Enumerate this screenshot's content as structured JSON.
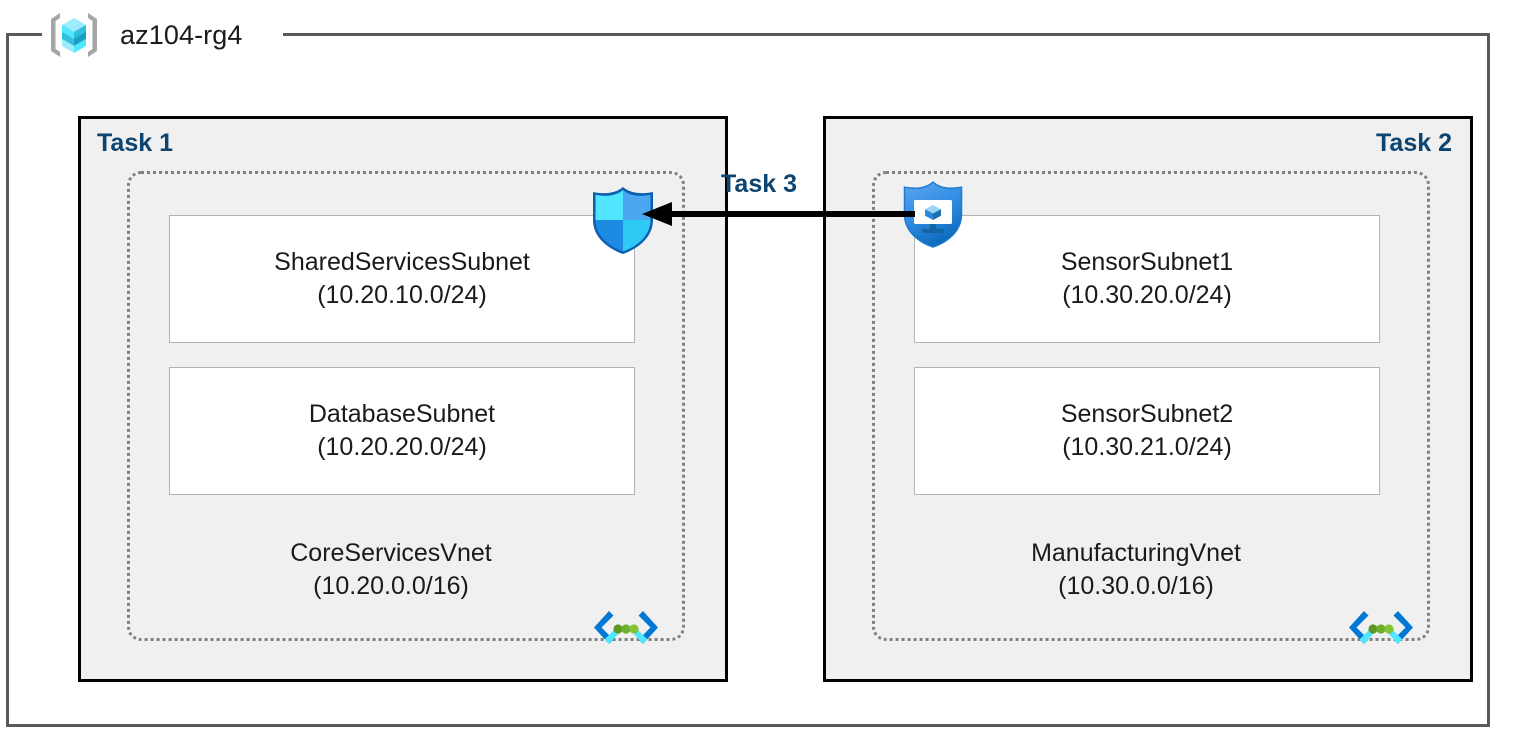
{
  "resource_group": {
    "name": "az104-rg4",
    "icon": "azure-resource-group-icon"
  },
  "tasks": {
    "task1_label": "Task 1",
    "task2_label": "Task 2",
    "task3_label": "Task 3"
  },
  "vnets": [
    {
      "id": "core-services",
      "name": "CoreServicesVnet",
      "cidr": "(10.20.0.0/16)",
      "icon": "virtual-network-icon",
      "subnets": [
        {
          "name": "SharedServicesSubnet",
          "cidr": "(10.20.10.0/24)"
        },
        {
          "name": "DatabaseSubnet",
          "cidr": "(10.20.20.0/24)"
        }
      ]
    },
    {
      "id": "manufacturing",
      "name": "ManufacturingVnet",
      "cidr": "(10.30.0.0/16)",
      "icon": "virtual-network-icon",
      "subnets": [
        {
          "name": "SensorSubnet1",
          "cidr": "(10.30.20.0/24)"
        },
        {
          "name": "SensorSubnet2",
          "cidr": "(10.30.21.0/24)"
        }
      ]
    }
  ],
  "icons": {
    "shield_plain": "network-security-group-shield-icon",
    "shield_monitor": "network-security-group-monitor-shield-icon",
    "peering_arrow": "peering-arrow-icon"
  },
  "colors": {
    "task_label": "#0d4470",
    "panel_fill": "#f0f0f0",
    "panel_border": "#000000",
    "vnet_border": "#808080",
    "subnet_border": "#b3b3b3",
    "boundary_border": "#595959",
    "azure_blue": "#0078d4",
    "azure_cyan": "#50e6ff",
    "vnet_green": "#5e9624",
    "arrow": "#000000"
  }
}
